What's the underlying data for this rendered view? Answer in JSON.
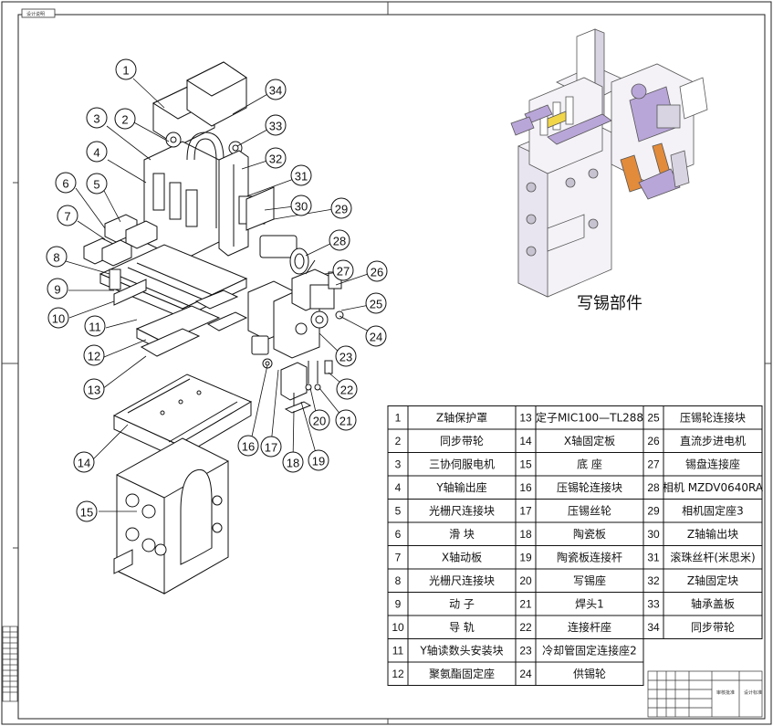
{
  "drawing": {
    "corner_stamp": "设计说明",
    "view_title": "写锡部件"
  },
  "parts_table": [
    {
      "no": "1",
      "name": "Z轴保护罩"
    },
    {
      "no": "2",
      "name": "同步带轮"
    },
    {
      "no": "3",
      "name": "三协伺服电机"
    },
    {
      "no": "4",
      "name": "Y轴输出座"
    },
    {
      "no": "5",
      "name": "光栅尺连接块"
    },
    {
      "no": "6",
      "name": "滑  块"
    },
    {
      "no": "7",
      "name": "X轴动板"
    },
    {
      "no": "8",
      "name": "光栅尺连接块"
    },
    {
      "no": "9",
      "name": "动  子"
    },
    {
      "no": "10",
      "name": "导  轨"
    },
    {
      "no": "11",
      "name": "Y轴读数头安装块"
    },
    {
      "no": "12",
      "name": "聚氨酯固定座"
    },
    {
      "no": "13",
      "name": "定子MIC100—TL288"
    },
    {
      "no": "14",
      "name": "X轴固定板"
    },
    {
      "no": "15",
      "name": "底  座"
    },
    {
      "no": "16",
      "name": "压锡轮连接块"
    },
    {
      "no": "17",
      "name": "压锡丝轮"
    },
    {
      "no": "18",
      "name": "陶瓷板"
    },
    {
      "no": "19",
      "name": "陶瓷板连接杆"
    },
    {
      "no": "20",
      "name": "写锡座"
    },
    {
      "no": "21",
      "name": "焊头1"
    },
    {
      "no": "22",
      "name": "连接杆座"
    },
    {
      "no": "23",
      "name": "冷却管固定连接座2"
    },
    {
      "no": "24",
      "name": "供锡轮"
    },
    {
      "no": "25",
      "name": "压锡轮连接块"
    },
    {
      "no": "26",
      "name": "直流步进电机"
    },
    {
      "no": "27",
      "name": "锡盘连接座"
    },
    {
      "no": "28",
      "name": "相机 MZDV0640RA"
    },
    {
      "no": "29",
      "name": "相机固定座3"
    },
    {
      "no": "30",
      "name": "Z轴输出块"
    },
    {
      "no": "31",
      "name": "滚珠丝杆(米思米)"
    },
    {
      "no": "32",
      "name": "Z轴固定块"
    },
    {
      "no": "33",
      "name": "轴承盖板"
    },
    {
      "no": "34",
      "name": "同步带轮"
    }
  ],
  "balloons": [
    "1",
    "2",
    "3",
    "4",
    "5",
    "6",
    "7",
    "8",
    "9",
    "10",
    "11",
    "12",
    "13",
    "14",
    "15",
    "16",
    "17",
    "18",
    "19",
    "20",
    "21",
    "22",
    "23",
    "24",
    "25",
    "26",
    "27",
    "28",
    "29",
    "30",
    "31",
    "32",
    "33",
    "34"
  ],
  "title_block": {
    "cell_a": "审核批准",
    "cell_b": "设计标准"
  },
  "colors": {
    "line": "#111111",
    "render_white": "#f4f2f7",
    "render_purple": "#b9a6d8",
    "render_yellow": "#f1d64a",
    "render_orange": "#e28b3a"
  }
}
